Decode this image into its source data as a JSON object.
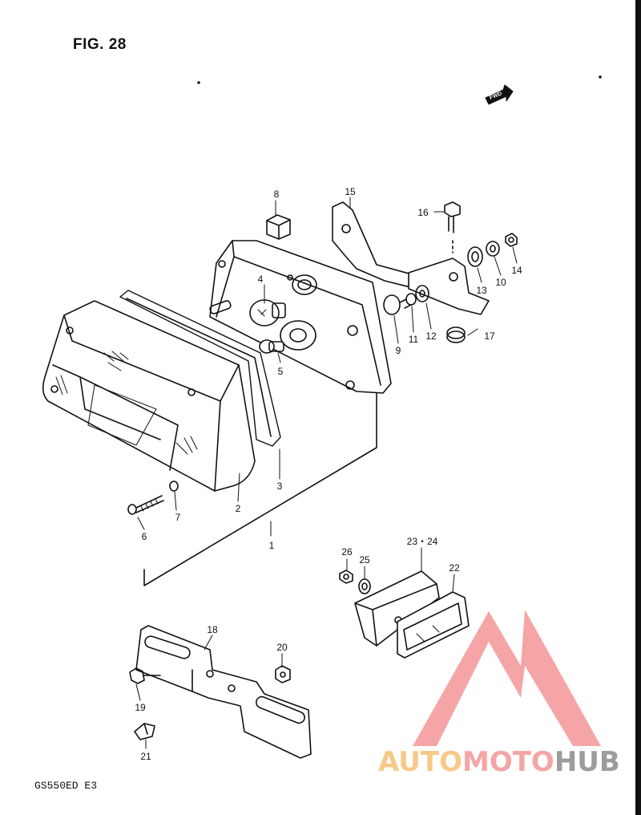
{
  "figure": {
    "title": "FIG. 28",
    "model_code": "GS550ED E3"
  },
  "direction_marker": {
    "text": "FWD"
  },
  "callouts": [
    {
      "id": "1",
      "text": "1"
    },
    {
      "id": "2",
      "text": "2"
    },
    {
      "id": "3",
      "text": "3"
    },
    {
      "id": "4",
      "text": "4"
    },
    {
      "id": "5",
      "text": "5"
    },
    {
      "id": "6",
      "text": "6"
    },
    {
      "id": "7",
      "text": "7"
    },
    {
      "id": "8",
      "text": "8"
    },
    {
      "id": "9",
      "text": "9"
    },
    {
      "id": "10",
      "text": "10"
    },
    {
      "id": "11",
      "text": "11"
    },
    {
      "id": "12",
      "text": "12"
    },
    {
      "id": "13",
      "text": "13"
    },
    {
      "id": "14",
      "text": "14"
    },
    {
      "id": "15",
      "text": "15"
    },
    {
      "id": "16",
      "text": "16"
    },
    {
      "id": "17",
      "text": "17"
    },
    {
      "id": "18",
      "text": "18"
    },
    {
      "id": "19",
      "text": "19"
    },
    {
      "id": "20",
      "text": "20"
    },
    {
      "id": "21",
      "text": "21"
    },
    {
      "id": "22",
      "text": "22"
    },
    {
      "id": "2324",
      "text": "23・24"
    },
    {
      "id": "25",
      "text": "25"
    },
    {
      "id": "26",
      "text": "26"
    }
  ],
  "watermark": {
    "parts": [
      {
        "text": "AUTO",
        "color": "#f7c989"
      },
      {
        "text": "MOTO",
        "color": "#f4a6a6"
      },
      {
        "text": "HUB",
        "color": "#9c9c9c"
      }
    ],
    "logo_color": "#f4a0a0"
  },
  "colors": {
    "line": "#111111",
    "background": "#ffffff"
  }
}
